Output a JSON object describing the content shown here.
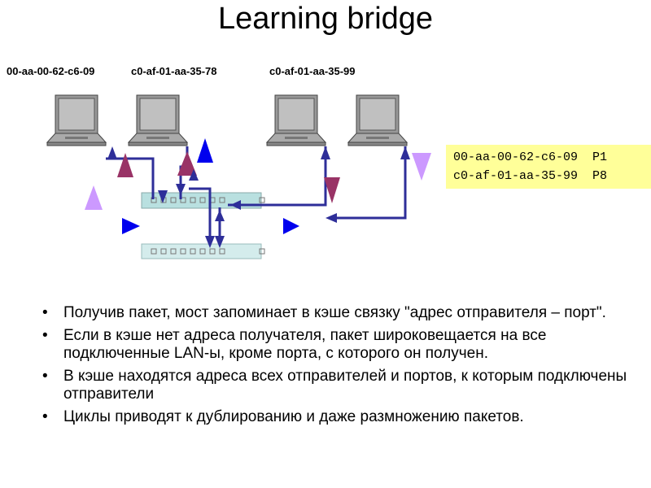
{
  "title": "Learning bridge",
  "hosts": [
    {
      "mac": "00-aa-00-62-c6-09"
    },
    {
      "mac": "c0-af-01-aa-35-78"
    },
    {
      "mac": "c0-af-01-aa-35-99"
    }
  ],
  "cache_table": {
    "rows": [
      {
        "mac": "00-aa-00-62-c6-09",
        "port": "P1"
      },
      {
        "mac": "c0-af-01-aa-35-99",
        "port": "P8"
      }
    ]
  },
  "colors": {
    "wire": "#2e2e99",
    "packet_blue": "#0000ee",
    "packet_maroon": "#993366",
    "packet_lilac": "#cc99ff",
    "switch": "#b9e0e0",
    "cache_bg": "#ffff99"
  },
  "bullets": [
    "Получив пакет, мост запоминает в кэше связку \"адрес отправителя – порт\".",
    "Если в кэше нет адреса получателя, пакет широковещается на все подключенные LAN-ы, кроме порта, с которого он получен.",
    "В кэше находятся адреса всех отправителей и портов, к которым подключены отправители",
    "Циклы приводят к дублированию и даже размножению пакетов."
  ]
}
